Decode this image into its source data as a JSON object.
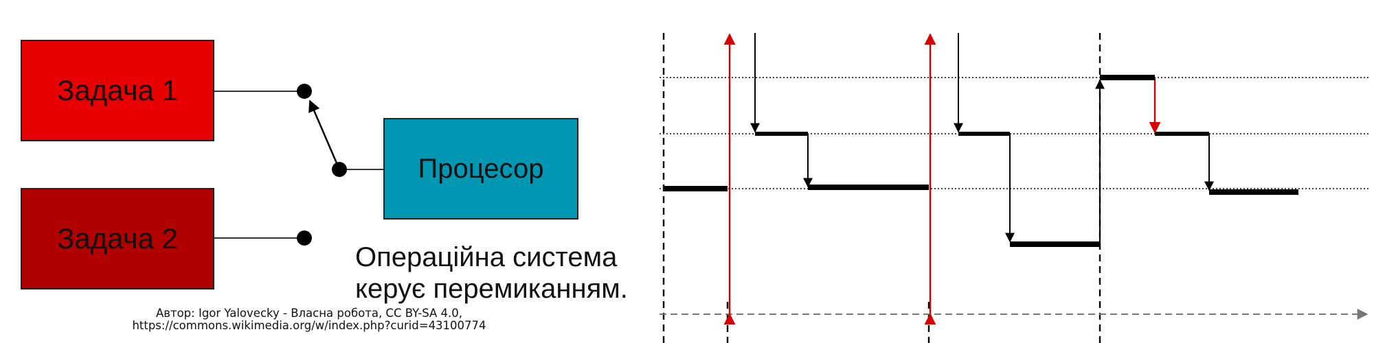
{
  "switch_diagram": {
    "task1_label": "Задача 1",
    "task2_label": "Задача 2",
    "processor_label": "Процесор",
    "os_caption_line1": "Операційна система",
    "os_caption_line2": "керує перемиканням.",
    "colors": {
      "task1": "#e80000",
      "task2": "#b00000",
      "processor": "#0097b3"
    }
  },
  "credit": {
    "line1": "Автор: Igor Yalovecky - Власна робота, CC BY-SA 4.0,",
    "line2": "https://commons.wikimedia.org/w/index.php?curid=43100774"
  },
  "timing_diagram": {
    "colors": {
      "signal": "#000000",
      "interrupt": "#d40000",
      "time_axis": "#777777"
    }
  }
}
